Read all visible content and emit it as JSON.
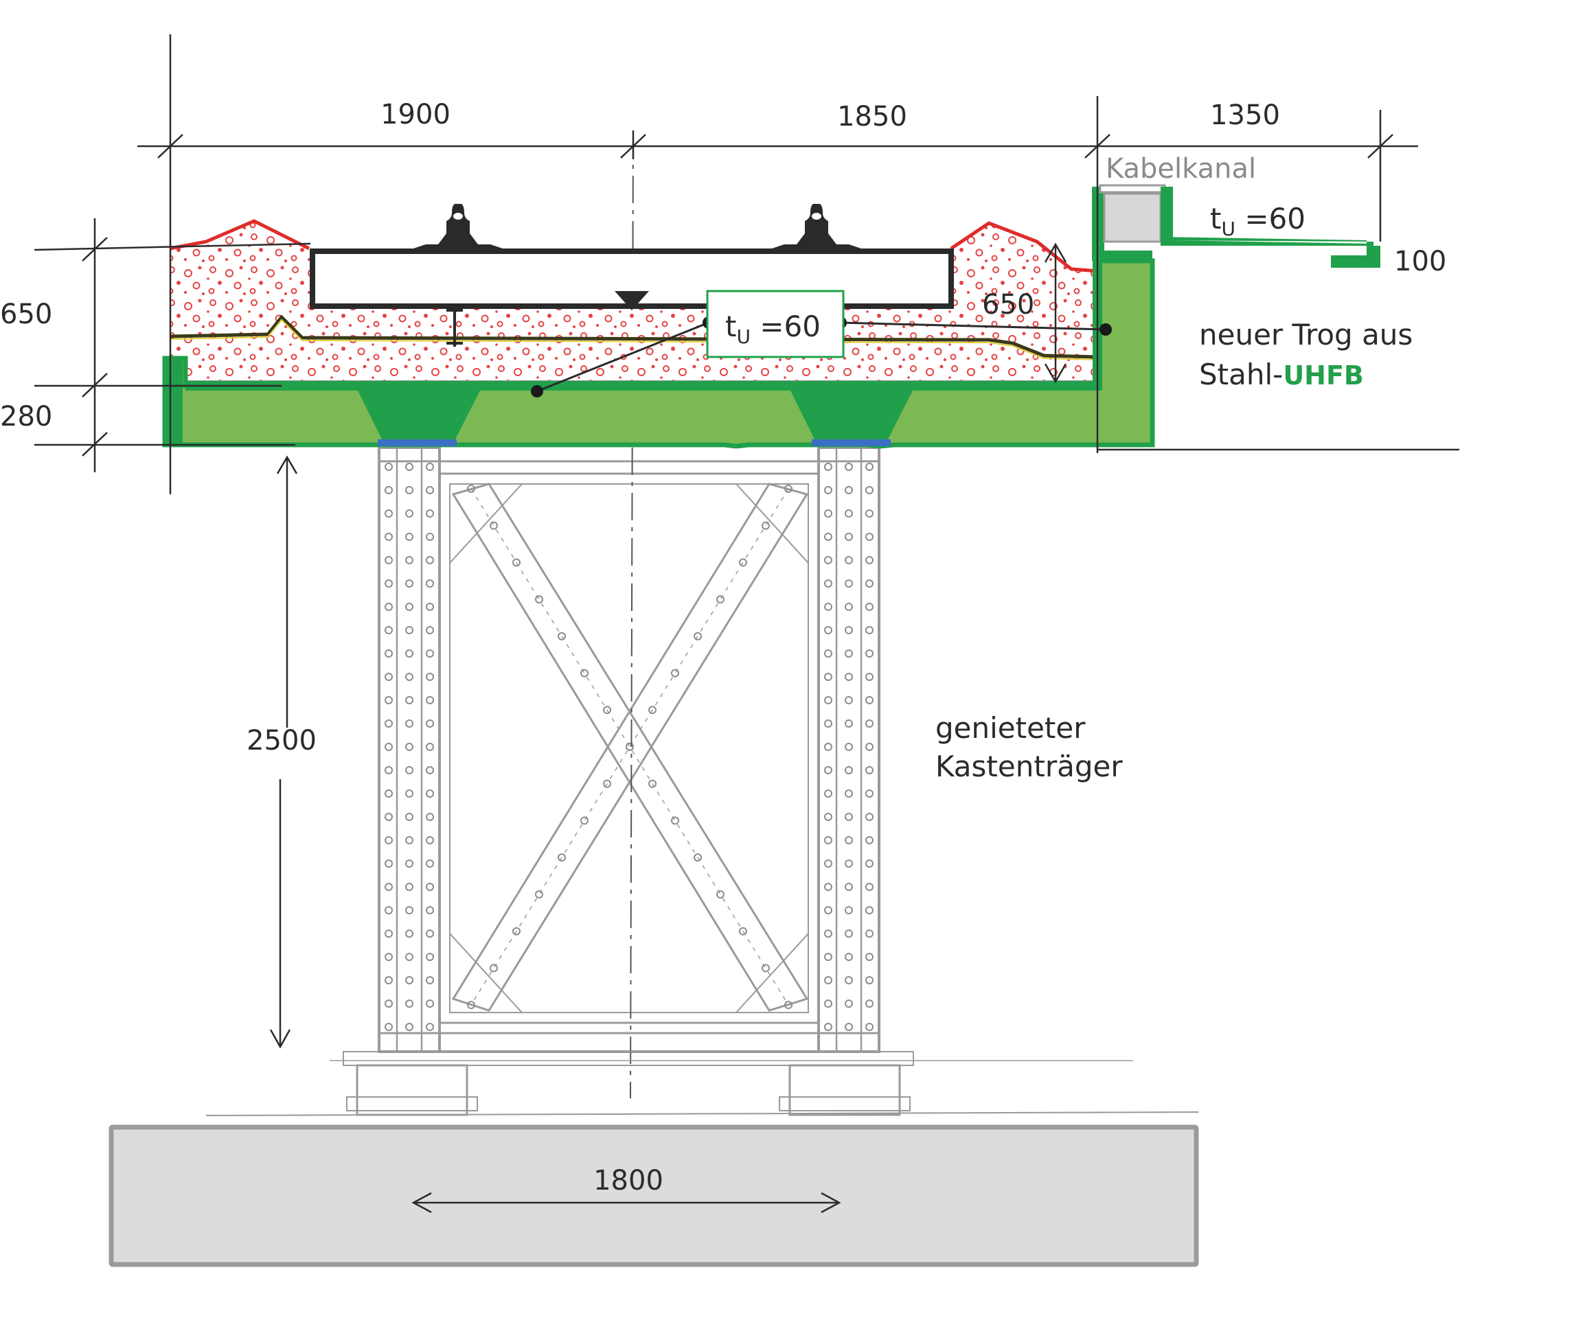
{
  "colors": {
    "uhfb_fill": "#7cb955",
    "uhfb_edge": "#21a04b",
    "ballast_red": "#e02b2b",
    "sketch_gray": "#9a9a9a",
    "foundation_fill": "#dcdcdc",
    "foundation_edge": "#9b9b9b",
    "bearing_blue": "#3a6fc4",
    "leader_line": "#2b2b2b"
  },
  "dimensions": {
    "top_left": "1900",
    "top_middle": "1850",
    "top_right": "1350",
    "left_upper": "650",
    "left_lower": "280",
    "right_depth": "650",
    "cantilever_end": "100",
    "girder_height": "2500",
    "foundation_width": "1800"
  },
  "labels": {
    "cable_duct": "Kabelkanal",
    "thickness_main": "t",
    "thickness_main_sub": "U",
    "thickness_main_value": " =60",
    "thickness_right": "t",
    "thickness_right_sub": "U",
    "thickness_right_value": " =60",
    "trough_line1": "neuer Trog aus",
    "trough_line2_prefix": "Stahl-",
    "trough_line2_material": "UHFB",
    "girder_line1": "genieteter",
    "girder_line2": "Kastenträger"
  }
}
